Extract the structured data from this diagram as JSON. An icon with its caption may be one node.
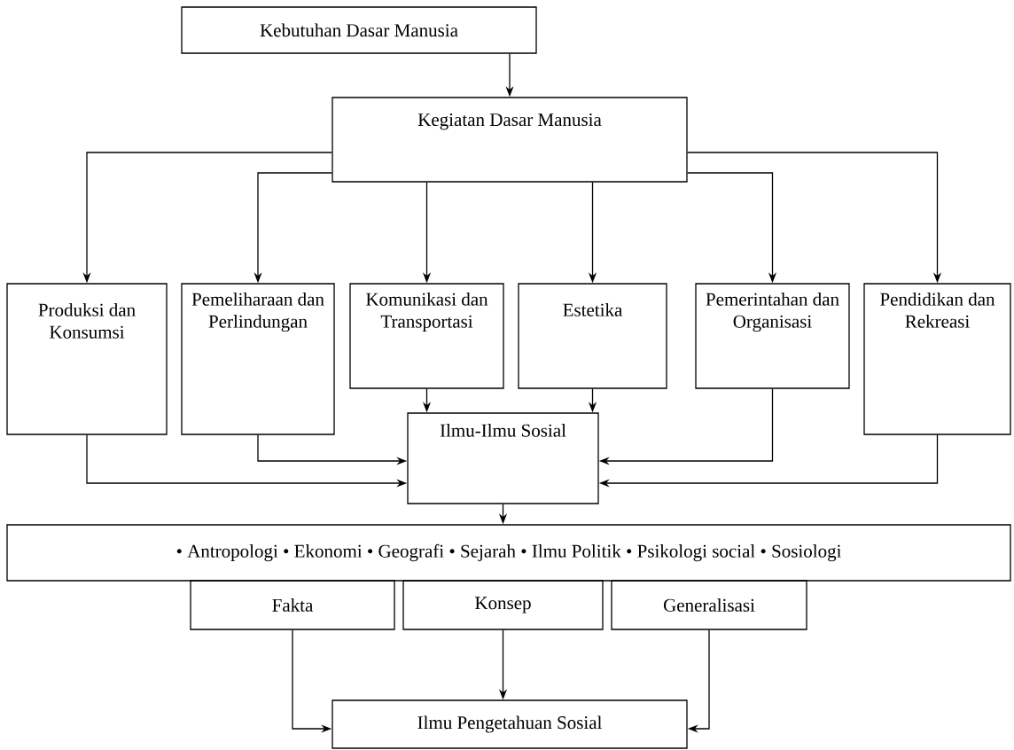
{
  "diagram": {
    "nodes": [
      {
        "text": [
          "Kebutuhan Dasar Manusia"
        ]
      },
      {
        "text": [
          "Kegiatan Dasar Manusia"
        ]
      },
      {
        "text": [
          "Produksi dan Konsumsi"
        ]
      },
      {
        "text": [
          "Pemeliharaan dan Perlindungan"
        ]
      },
      {
        "text": [
          "Komunikasi dan Transportasi"
        ]
      },
      {
        "text": [
          "Estetika"
        ]
      },
      {
        "text": [
          "Pemerintahan dan Organisasi"
        ]
      },
      {
        "text": [
          "Pendidikan dan Rekreasi"
        ]
      },
      {
        "text": [
          "Ilmu-Ilmu Sosial"
        ]
      },
      {
        "text": [
          "• Antropologi • Ekonomi • Geografi • Sejarah • Ilmu Politik • Psikologi social • Sosiologi"
        ]
      },
      {
        "text": [
          "Fakta"
        ]
      },
      {
        "text": [
          "Konsep"
        ]
      },
      {
        "text": [
          "Generalisasi"
        ]
      },
      {
        "text": [
          "Ilmu Pengetahuan Sosial"
        ]
      }
    ],
    "edges": [
      {
        "from": 0,
        "to": 1,
        "arrow": "to"
      },
      {
        "from": 1,
        "to": 2,
        "arrow": "to"
      },
      {
        "from": 1,
        "to": 3,
        "arrow": "to"
      },
      {
        "from": 1,
        "to": 4,
        "arrow": "to"
      },
      {
        "from": 1,
        "to": 5,
        "arrow": "to"
      },
      {
        "from": 1,
        "to": 6,
        "arrow": "to"
      },
      {
        "from": 1,
        "to": 7,
        "arrow": "to"
      },
      {
        "from": 2,
        "to": 8,
        "arrow": "to"
      },
      {
        "from": 3,
        "to": 8,
        "arrow": "to"
      },
      {
        "from": 4,
        "to": 8,
        "arrow": "to"
      },
      {
        "from": 5,
        "to": 8,
        "arrow": "to"
      },
      {
        "from": 6,
        "to": 8,
        "arrow": "to"
      },
      {
        "from": 7,
        "to": 8,
        "arrow": "to"
      },
      {
        "from": 8,
        "to": 9,
        "arrow": "to"
      },
      {
        "from": 10,
        "to": 13,
        "arrow": "to"
      },
      {
        "from": 11,
        "to": 13,
        "arrow": "to"
      },
      {
        "from": 12,
        "to": 13,
        "arrow": "to"
      }
    ]
  }
}
